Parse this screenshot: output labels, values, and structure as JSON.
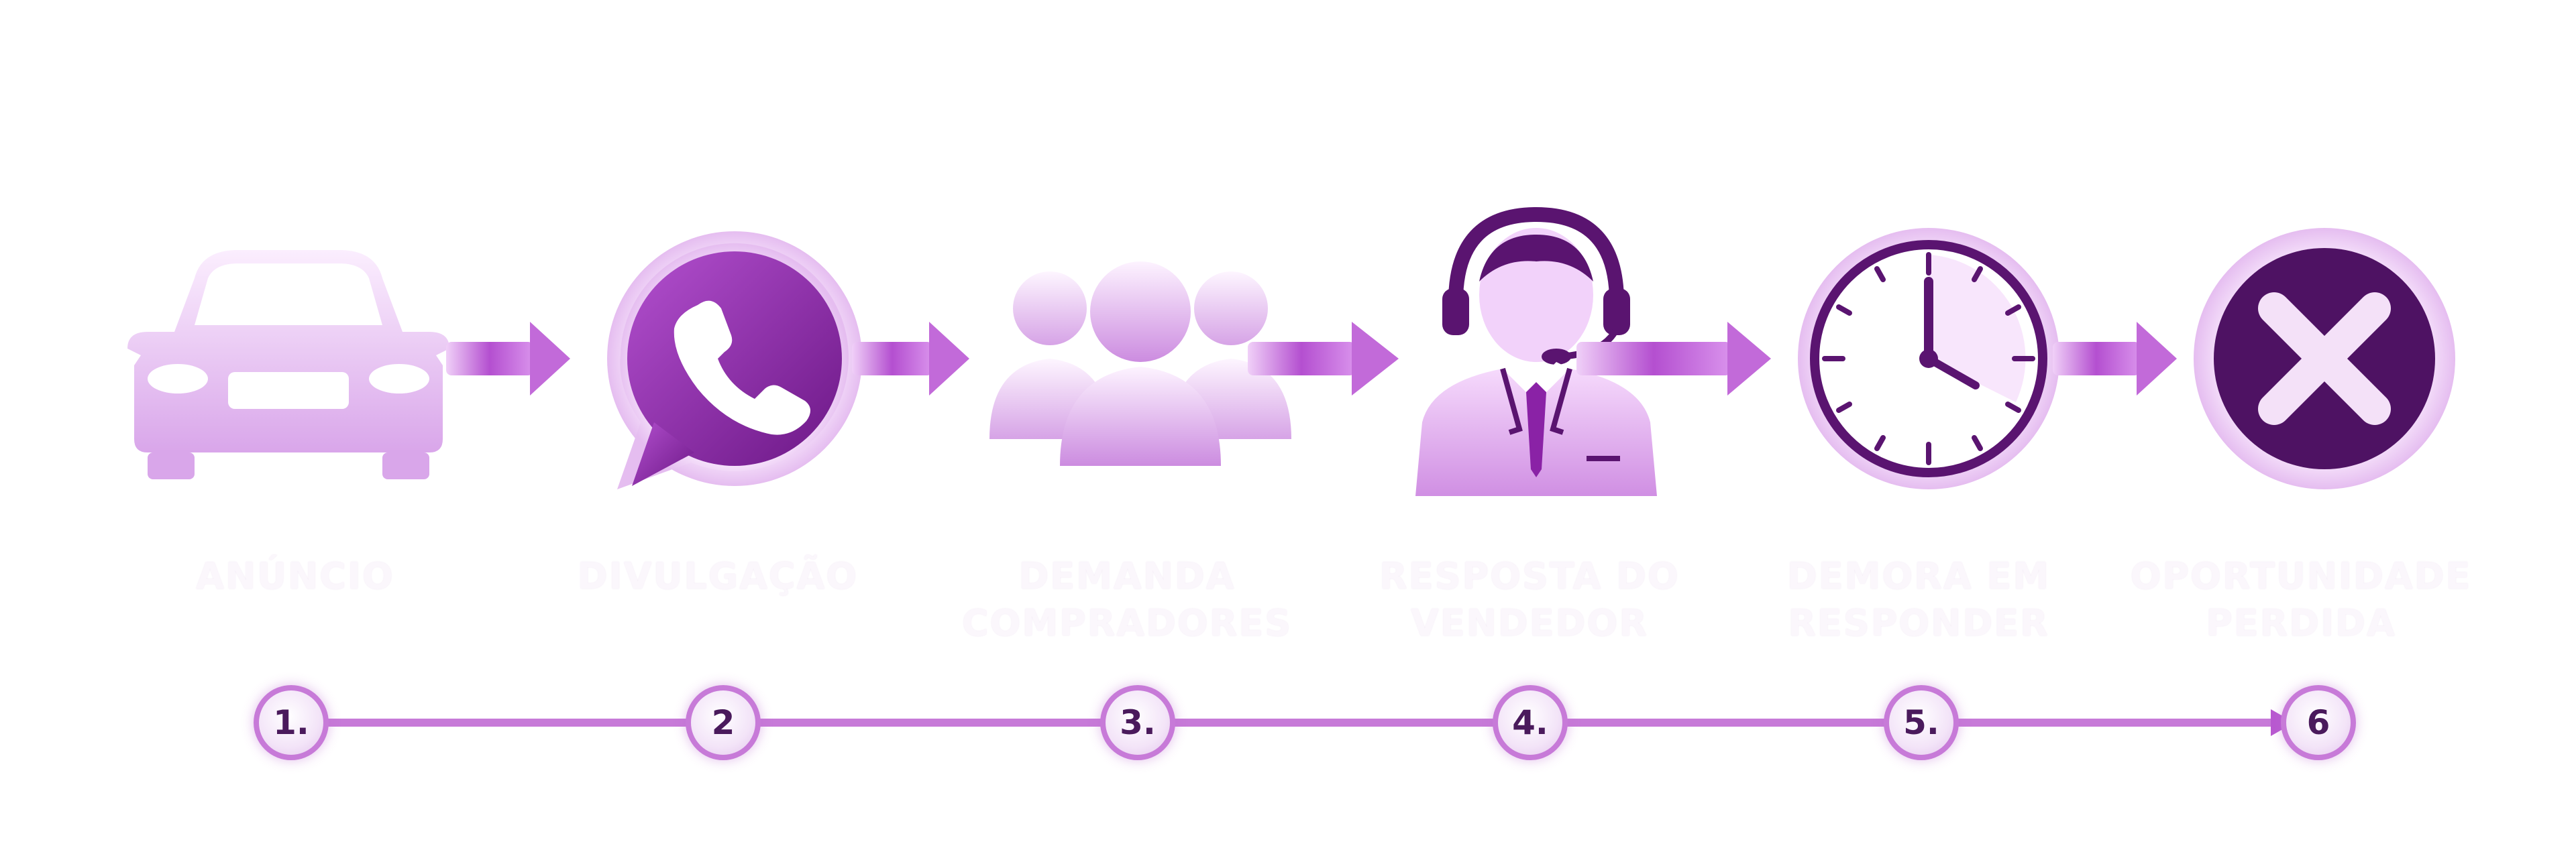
{
  "colors": {
    "accent_dark": "#5a1470",
    "accent": "#9a2bb4",
    "accent_light": "#e3b8f0",
    "label_text": "#fbf7fc"
  },
  "steps": [
    {
      "icon": "car-icon",
      "label_lines": [
        "ANÚNCIO"
      ],
      "number": "1."
    },
    {
      "icon": "whatsapp-icon",
      "label_lines": [
        "DIVULGAÇÃO"
      ],
      "number": "2"
    },
    {
      "icon": "people-group-icon",
      "label_lines": [
        "DEMANDA",
        "COMPRADORES"
      ],
      "number": "3."
    },
    {
      "icon": "salesperson-headset-icon",
      "label_lines": [
        "RESPOSTA DO",
        "VENDEDOR"
      ],
      "number": "4."
    },
    {
      "icon": "clock-icon",
      "label_lines": [
        "DEMORA EM",
        "RESPONDER"
      ],
      "number": "5."
    },
    {
      "icon": "close-x-icon",
      "label_lines": [
        "OPORTUNIDADE",
        "PERDIDA"
      ],
      "number": "6"
    }
  ]
}
